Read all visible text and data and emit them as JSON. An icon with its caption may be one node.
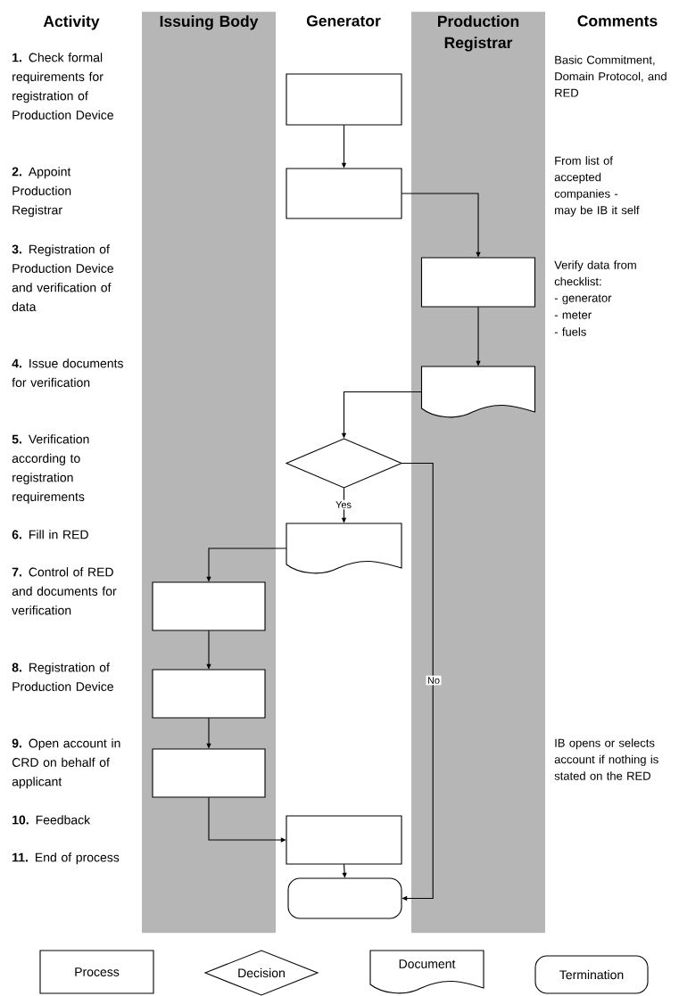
{
  "diagram": {
    "nodes": [
      {
        "text": [
          "Issuing Body"
        ]
      },
      {
        "text": [
          "Production Registrar"
        ]
      },
      {
        "text": [],
        "shape": "box"
      },
      {
        "text": [],
        "shape": "box"
      },
      {
        "text": [],
        "shape": "box",
        "in": 1
      },
      {
        "text": [],
        "shape": "document",
        "in": 1
      },
      {
        "text": [],
        "shape": "diamond"
      },
      {
        "text": [],
        "shape": "document"
      },
      {
        "text": [],
        "shape": "box",
        "in": 0
      },
      {
        "text": [],
        "shape": "box",
        "in": 0
      },
      {
        "text": [],
        "shape": "box",
        "in": 0
      },
      {
        "text": [],
        "shape": "box"
      },
      {
        "text": [],
        "shape": "terminator"
      },
      {
        "text": [
          "Process"
        ]
      },
      {
        "text": [
          "Decision"
        ]
      },
      {
        "text": [
          "Document"
        ]
      },
      {
        "text": [
          "Termination"
        ]
      }
    ],
    "edges": [
      {
        "from": 2,
        "to": 3,
        "arrow": "to"
      },
      {
        "from": 3,
        "to": 4,
        "arrow": "to"
      },
      {
        "from": 4,
        "to": 5,
        "arrow": "to"
      },
      {
        "from": 5,
        "to": 6,
        "arrow": "to"
      },
      {
        "from": 6,
        "to": 7,
        "arrow": "to",
        "label": "Yes"
      },
      {
        "from": 6,
        "to": 12,
        "arrow": "to",
        "label": "No"
      },
      {
        "from": 7,
        "to": 8,
        "arrow": "to"
      },
      {
        "from": 8,
        "to": 9,
        "arrow": "to"
      },
      {
        "from": 9,
        "to": 10,
        "arrow": "to"
      },
      {
        "from": 10,
        "to": 11,
        "arrow": "to"
      },
      {
        "from": 11,
        "to": 12,
        "arrow": "to"
      }
    ],
    "labels": [
      "Activity",
      "Generator",
      "Comments",
      "**1.** Check formal requirements for registration of Production Device",
      "Basic Commitment, Domain Protocol, and RED",
      "**2.** Appoint Production Registrar",
      "From list of accepted companies - may be IB it self",
      "**3.** Registration of Production Device and verification of data",
      "Verify data from checklist:",
      "- generator",
      "- meter",
      "- fuels",
      "**4.** Issue documents for verification",
      "**5.** Verification according to registration requirements",
      "**6.** Fill in RED",
      "**7.** Control of RED and documents for verification",
      "**8.** Registration of Production Device",
      "**9.** Open account in CRD on behalf of applicant",
      "IB opens or selects account if nothing is stated on the RED",
      "**10.** Feedback",
      "**11.** End of process"
    ]
  }
}
